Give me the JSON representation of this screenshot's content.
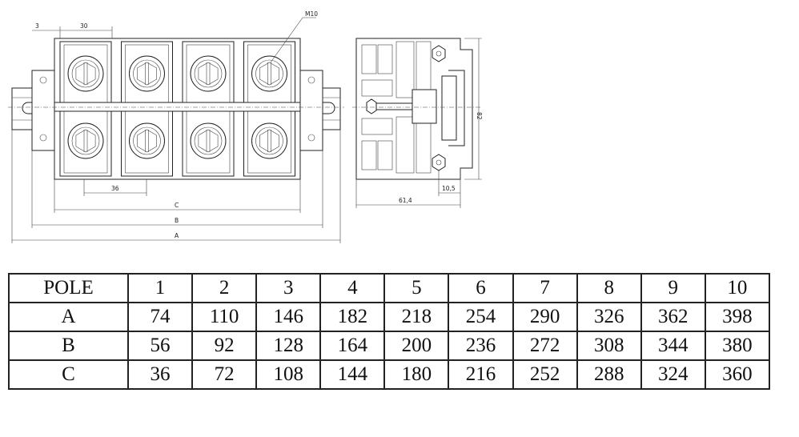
{
  "drawing": {
    "dims": {
      "d3": "3",
      "d30": "30",
      "m10": "M10",
      "d36": "36",
      "dC": "C",
      "dB": "B",
      "dA": "A",
      "d82": "82",
      "d61": "61,4",
      "d10": "10,5"
    },
    "poles_shown": 4
  },
  "table": {
    "header": [
      "POLE",
      "1",
      "2",
      "3",
      "4",
      "5",
      "6",
      "7",
      "8",
      "9",
      "10"
    ],
    "rows": [
      {
        "label": "A",
        "values": [
          "74",
          "110",
          "146",
          "182",
          "218",
          "254",
          "290",
          "326",
          "362",
          "398"
        ]
      },
      {
        "label": "B",
        "values": [
          "56",
          "92",
          "128",
          "164",
          "200",
          "236",
          "272",
          "308",
          "344",
          "380"
        ]
      },
      {
        "label": "C",
        "values": [
          "36",
          "72",
          "108",
          "144",
          "180",
          "216",
          "252",
          "288",
          "324",
          "360"
        ]
      }
    ]
  }
}
